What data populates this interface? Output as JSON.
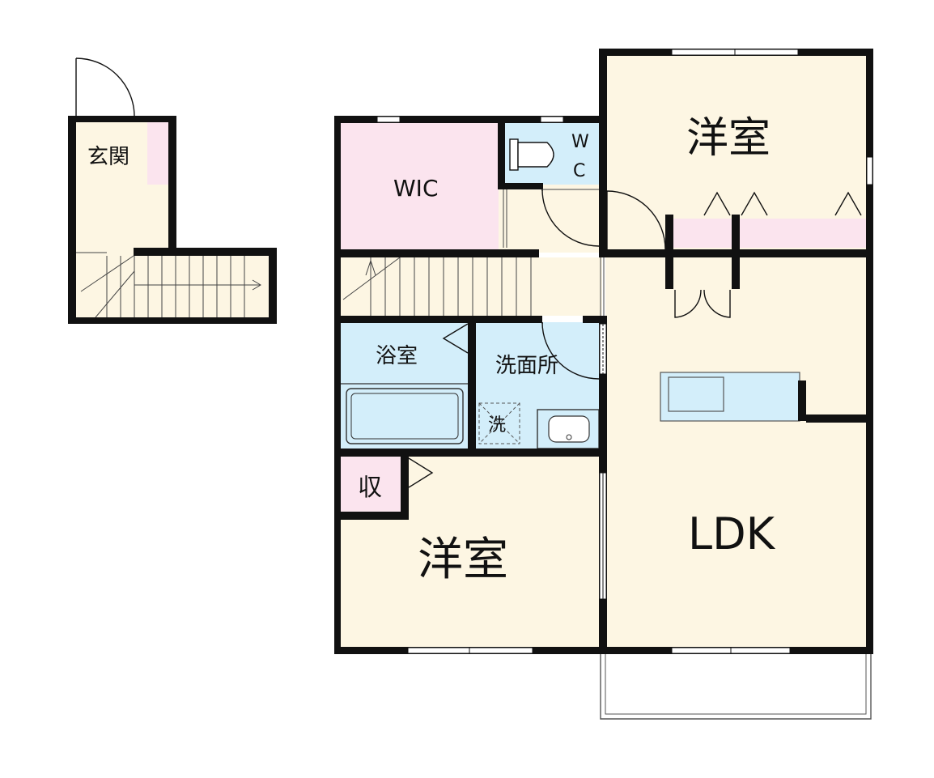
{
  "labels": {
    "genkan": "玄関",
    "wic": "WIC",
    "wc_line1": "W",
    "wc_line2": "C",
    "bedroom_top": "洋室",
    "bathroom": "浴室",
    "washroom": "洗面所",
    "washer": "洗",
    "storage": "収",
    "bedroom_bottom": "洋室",
    "ldk": "LDK"
  },
  "colors": {
    "cream": "#fdf6e3",
    "pink": "#fbe4ee",
    "blue": "#d3eefa",
    "wall": "#111111"
  }
}
